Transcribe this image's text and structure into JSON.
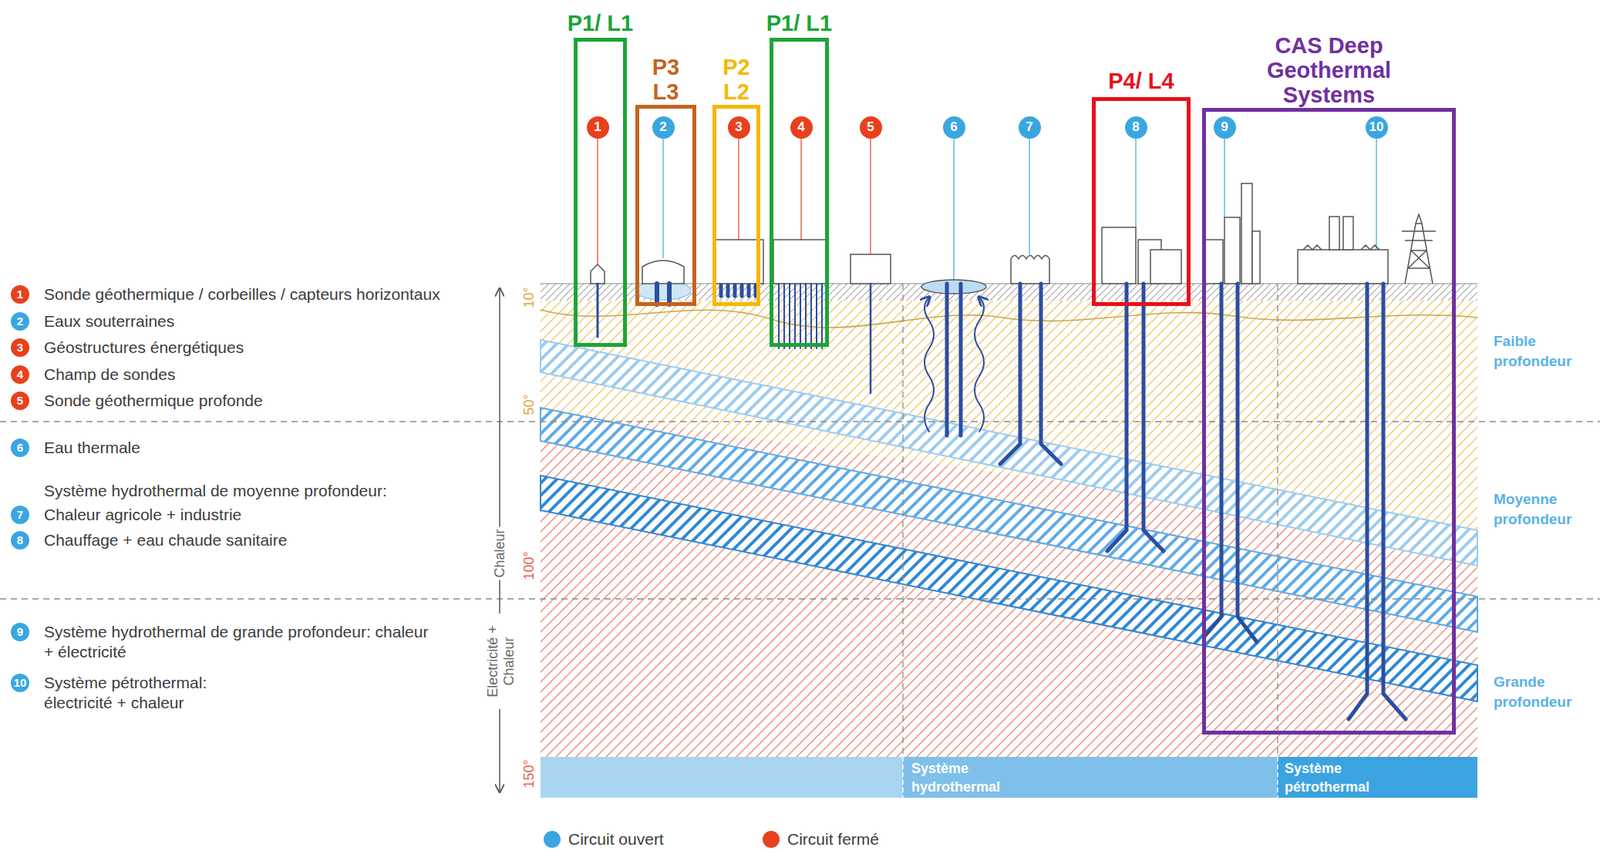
{
  "diagram": {
    "nodes": [
      {
        "text": [
          "P1/ L1"
        ]
      },
      {
        "text": [
          "1"
        ],
        "in": 0
      },
      {
        "text": [
          "P3 L3"
        ]
      },
      {
        "text": [
          "2"
        ],
        "in": 2
      },
      {
        "text": [
          "P2 L2"
        ]
      },
      {
        "text": [
          "3"
        ],
        "in": 4
      },
      {
        "text": [
          "P1/ L1"
        ]
      },
      {
        "text": [
          "4"
        ],
        "in": 6
      },
      {
        "text": [
          "5"
        ]
      },
      {
        "text": [
          "6"
        ]
      },
      {
        "text": [
          "7"
        ]
      },
      {
        "text": [
          "P4/ L4"
        ]
      },
      {
        "text": [
          "8"
        ],
        "in": 11
      },
      {
        "text": [
          "CAS Deep Geothermal Systems"
        ]
      },
      {
        "text": [
          "9"
        ],
        "in": 13
      },
      {
        "text": [
          "10"
        ],
        "in": 13
      }
    ],
    "labels": [
      "1",
      "Sonde géothermique / corbeilles / capteurs horizontaux",
      "2",
      "Eaux souterraines",
      "3",
      "Géostructures énergétiques",
      "4",
      "Champ de sondes",
      "5",
      "Sonde géothermique profonde",
      "6",
      "Eau thermale",
      "Système hydrothermal de moyenne profondeur:",
      "7",
      "Chaleur agricole + industrie",
      "8",
      "Chauffage + eau chaude sanitaire",
      "9",
      "Système hydrothermal de grande profondeur: chaleur + électricité",
      "10",
      "Système pétrothermal: électricité + chaleur",
      "10°",
      "50°",
      "100°",
      "150°",
      "Chaleur",
      "Electricité + Chaleur",
      "Faible profondeur",
      "Moyenne profondeur",
      "Grande profondeur",
      "Système hydrothermal",
      "Système pétrothermal"
    ],
    "legend": [
      {
        "text": "Circuit ouvert",
        "color": "#3aa6e0"
      },
      {
        "text": "Circuit fermé",
        "color": "#e8401c"
      }
    ]
  }
}
